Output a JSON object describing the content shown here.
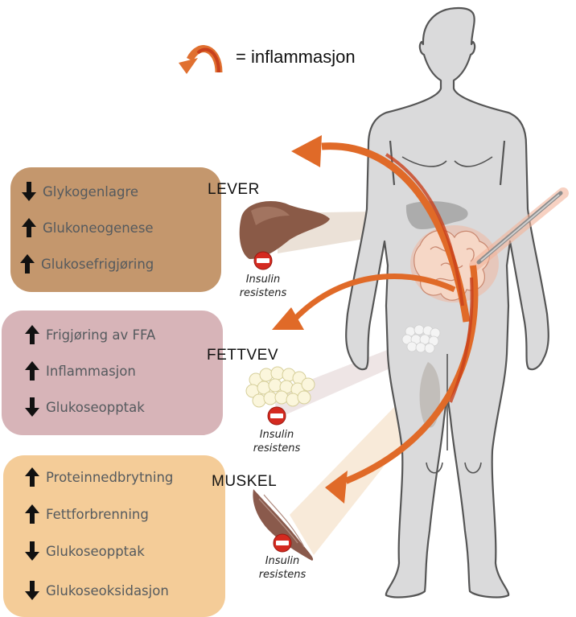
{
  "legend": {
    "icon": "curved-arrow-icon",
    "label": "= inflammasjon",
    "color": "#e07030"
  },
  "colors": {
    "liver_box": "#c4976d",
    "fat_box": "#d7b4b8",
    "muscle_box": "#f4cc98",
    "inflammation_arrow": "#e06a28",
    "inflammation_arrow_dark": "#c8401c",
    "body_fill": "#dadadb",
    "body_stroke": "#555555"
  },
  "organs": [
    {
      "id": "lever",
      "label": "LEVER",
      "insulin_label_line1": "Insulin",
      "insulin_label_line2": "resistens",
      "effects": [
        {
          "direction": "down",
          "text": "Glykogenlagre"
        },
        {
          "direction": "up",
          "text": "Glukoneogenese"
        },
        {
          "direction": "up",
          "text": "Glukosefrigjøring"
        }
      ]
    },
    {
      "id": "fettvev",
      "label": "FETTVEV",
      "insulin_label_line1": "Insulin",
      "insulin_label_line2": "resistens",
      "effects": [
        {
          "direction": "up",
          "text": "Frigjøring av FFA"
        },
        {
          "direction": "up",
          "text": "Inflammasjon"
        },
        {
          "direction": "down",
          "text": "Glukoseopptak"
        }
      ]
    },
    {
      "id": "muskel",
      "label": "MUSKEL",
      "insulin_label_line1": "Insulin",
      "insulin_label_line2": "resistens",
      "effects": [
        {
          "direction": "up",
          "text": "Proteinnedbrytning"
        },
        {
          "direction": "up",
          "text": "Fettforbrenning"
        },
        {
          "direction": "down",
          "text": "Glukoseopptak"
        },
        {
          "direction": "down",
          "text": "Glukoseoksidasjon"
        }
      ]
    }
  ]
}
